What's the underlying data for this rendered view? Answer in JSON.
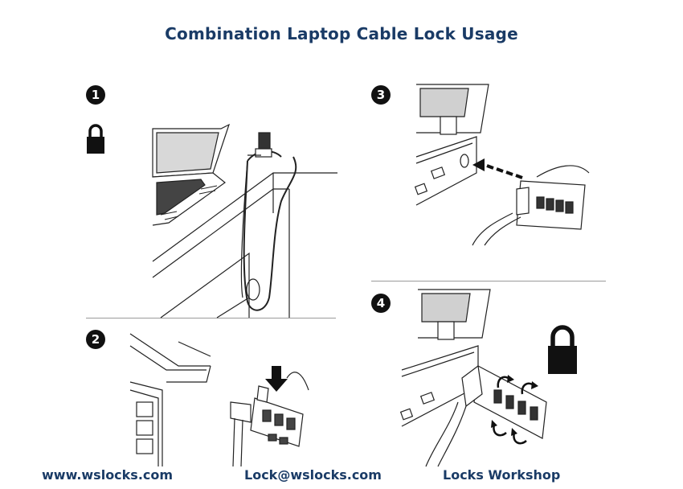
{
  "title": "Combination Laptop Cable Lock Usage",
  "steps": [
    {
      "number": "1"
    },
    {
      "number": "2"
    },
    {
      "number": "3"
    },
    {
      "number": "4"
    }
  ],
  "footer": {
    "website": "www.wslocks.com",
    "email": "Lock@wslocks.com",
    "brand": "Locks Workshop"
  },
  "colors": {
    "title": "#1a3b66",
    "line_art": "#222222",
    "step_badge": "#111111"
  },
  "icons": [
    "padlock-closed-icon",
    "padlock-closed-large-icon",
    "arrow-down-icon",
    "arrow-right-dashed-icon",
    "rotate-arrow-icon"
  ]
}
